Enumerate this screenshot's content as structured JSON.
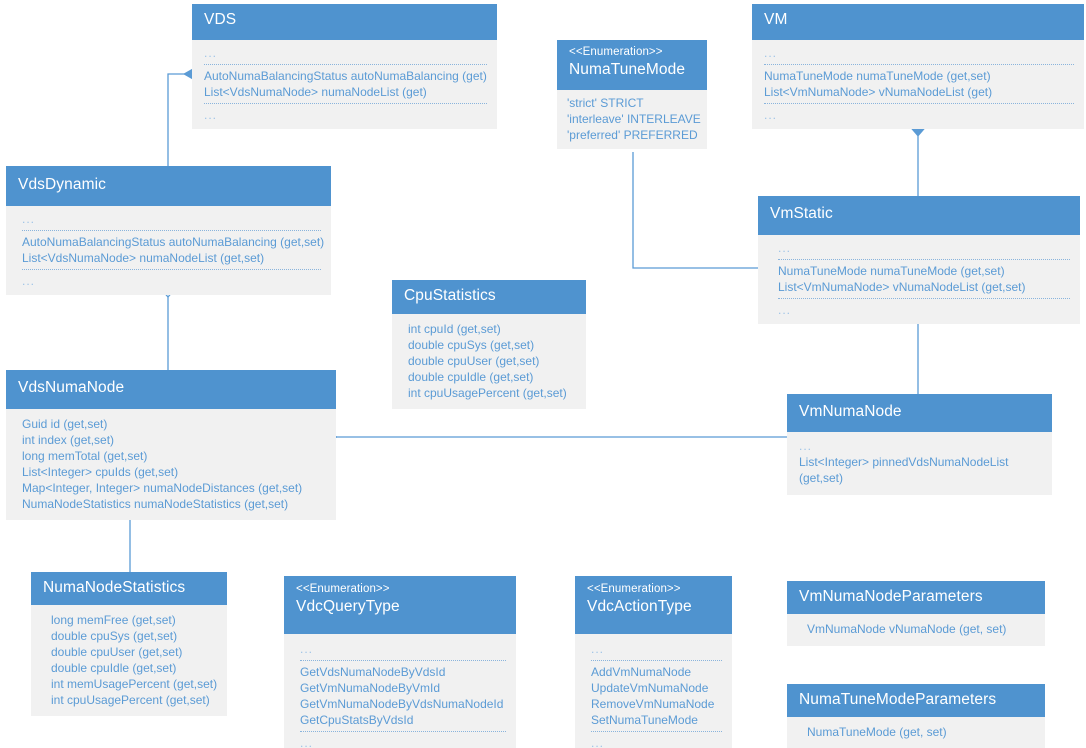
{
  "diagram": {
    "title": "NUMA class diagram",
    "accent_header_color": "#4f93cf",
    "body_color": "#f1f1f1",
    "text_color": "#5b9bd5",
    "line_color": "#5b9bd5",
    "ellipsis": "..."
  },
  "classes": {
    "vds": {
      "name": "VDS",
      "rows_top": [
        "..."
      ],
      "rows_mid": [
        "AutoNumaBalancingStatus autoNumaBalancing (get)",
        "List<VdsNumaNode> numaNodeList (get)"
      ],
      "rows_bottom": [
        "..."
      ]
    },
    "numa_tune_mode": {
      "stereotype": "<<Enumeration>>",
      "name": "NumaTuneMode",
      "rows": [
        "'strict' STRICT",
        "'interleave' INTERLEAVE",
        "'preferred' PREFERRED"
      ]
    },
    "vm": {
      "name": "VM",
      "rows_top": [
        "..."
      ],
      "rows_mid": [
        "NumaTuneMode numaTuneMode (get,set)",
        "List<VmNumaNode> vNumaNodeList (get)"
      ],
      "rows_bottom": [
        "..."
      ]
    },
    "vds_dynamic": {
      "name": "VdsDynamic",
      "rows_top": [
        "..."
      ],
      "rows_mid": [
        "AutoNumaBalancingStatus autoNumaBalancing (get,set)",
        "List<VdsNumaNode> numaNodeList (get,set)"
      ],
      "rows_bottom": [
        "..."
      ]
    },
    "vm_static": {
      "name": "VmStatic",
      "rows_top": [
        "..."
      ],
      "rows_mid": [
        "NumaTuneMode numaTuneMode (get,set)",
        "List<VmNumaNode> vNumaNodeList (get,set)"
      ],
      "rows_bottom": [
        "..."
      ]
    },
    "cpu_statistics": {
      "name": "CpuStatistics",
      "rows": [
        "int cpuId (get,set)",
        "double cpuSys (get,set)",
        "double cpuUser (get,set)",
        "double cpuIdle (get,set)",
        "int cpuUsagePercent (get,set)"
      ]
    },
    "vds_numa_node": {
      "name": "VdsNumaNode",
      "rows": [
        "Guid id (get,set)",
        "int index (get,set)",
        "long memTotal (get,set)",
        "List<Integer> cpuIds (get,set)",
        "Map<Integer, Integer> numaNodeDistances (get,set)",
        "NumaNodeStatistics numaNodeStatistics (get,set)"
      ]
    },
    "vm_numa_node": {
      "name": "VmNumaNode",
      "rows_top": [
        "..."
      ],
      "rows_mid": [
        "List<Integer> pinnedVdsNumaNodeList",
        "(get,set)"
      ]
    },
    "numa_node_statistics": {
      "name": "NumaNodeStatistics",
      "rows": [
        "long memFree (get,set)",
        "double cpuSys (get,set)",
        "double cpuUser (get,set)",
        "double cpuIdle (get,set)",
        "int memUsagePercent (get,set)",
        "int cpuUsagePercent (get,set)"
      ]
    },
    "vdc_query_type": {
      "stereotype": "<<Enumeration>>",
      "name": "VdcQueryType",
      "rows_top": [
        "..."
      ],
      "rows_mid": [
        "GetVdsNumaNodeByVdsId",
        "GetVmNumaNodeByVmId",
        "GetVmNumaNodeByVdsNumaNodeId",
        "GetCpuStatsByVdsId"
      ],
      "rows_bottom": [
        "..."
      ]
    },
    "vdc_action_type": {
      "stereotype": "<<Enumeration>>",
      "name": "VdcActionType",
      "rows_top": [
        "..."
      ],
      "rows_mid": [
        "AddVmNumaNode",
        "UpdateVmNumaNode",
        "RemoveVmNumaNode",
        "SetNumaTuneMode"
      ],
      "rows_bottom": [
        "..."
      ]
    },
    "vm_numa_node_parameters": {
      "name": "VmNumaNodeParameters",
      "rows": [
        "VmNumaNode vNumaNode (get, set)"
      ]
    },
    "numa_tune_mode_parameters": {
      "name": "NumaTuneModeParameters",
      "rows": [
        "NumaTuneMode (get, set)"
      ]
    }
  }
}
